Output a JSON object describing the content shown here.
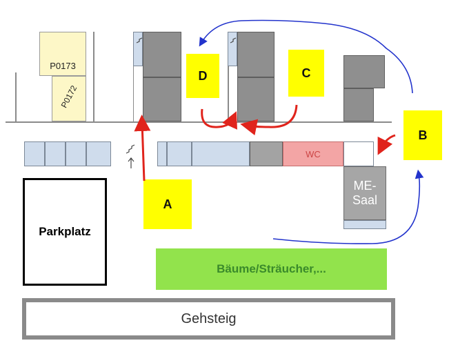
{
  "rooms": {
    "p0173": "P0173",
    "p0172": "P0172",
    "wc": "WC",
    "mesaal_line1": "ME-",
    "mesaal_line2": "Saal"
  },
  "markers": {
    "a": "A",
    "b": "B",
    "c": "C",
    "d": "D"
  },
  "areas": {
    "parkplatz": "Parkplatz",
    "green": "Bäume/Sträucher,...",
    "gehsteig": "Gehsteig"
  },
  "colors": {
    "marker_yellow": "#ffff00",
    "arrow_red": "#e0241c",
    "arrow_blue": "#2233cc",
    "green_area": "#92e34c",
    "wc_pink": "#f3a5a5"
  }
}
